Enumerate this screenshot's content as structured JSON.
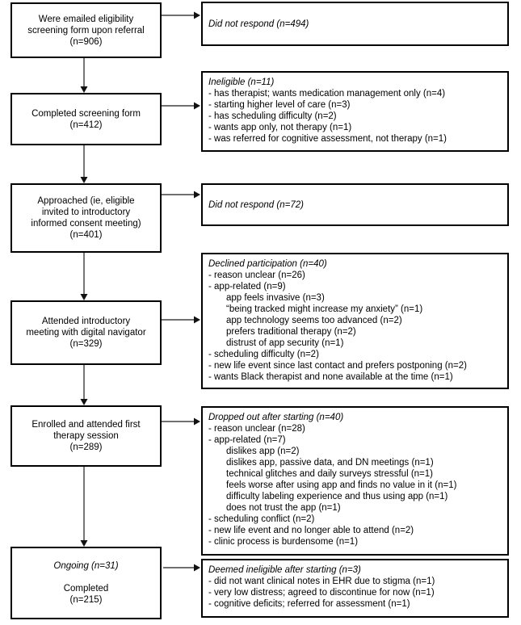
{
  "colors": {
    "background": "#ffffff",
    "box_border": "#000000",
    "text": "#000000",
    "arrow": "#1a1a1a"
  },
  "left_boxes": [
    {
      "text": "Were emailed eligibility\nscreening form upon referral\n(n=906)"
    },
    {
      "text": "Completed screening form\n(n=412)"
    },
    {
      "text": "Approached (ie, eligible\ninvited to introductory\ninformed consent meeting)\n(n=401)"
    },
    {
      "text": "Attended introductory\nmeeting with digital navigator\n(n=329)"
    },
    {
      "text": "Enrolled and attended first\ntherapy session\n(n=289)"
    },
    {
      "italic_text": "Ongoing (n=31)",
      "text": "Completed\n(n=215)"
    }
  ],
  "right_boxes": [
    {
      "title": "Did not respond (n=494)",
      "items": []
    },
    {
      "title": "Ineligible (n=11)",
      "items": [
        {
          "text": "- has therapist; wants medication management only (n=4)",
          "indent": 0
        },
        {
          "text": "- starting higher level of care (n=3)",
          "indent": 0
        },
        {
          "text": "- has scheduling difficulty (n=2)",
          "indent": 0
        },
        {
          "text": "- wants app only, not therapy (n=1)",
          "indent": 0
        },
        {
          "text": "- was referred for cognitive assessment, not therapy (n=1)",
          "indent": 0
        }
      ]
    },
    {
      "title": "Did not respond (n=72)",
      "items": []
    },
    {
      "title": "Declined participation (n=40)",
      "items": [
        {
          "text": "- reason unclear (n=26)",
          "indent": 0
        },
        {
          "text": "- app-related (n=9)",
          "indent": 0
        },
        {
          "text": "app feels invasive (n=3)",
          "indent": 1
        },
        {
          "text": "“being tracked might increase my anxiety” (n=1)",
          "indent": 1
        },
        {
          "text": "app technology seems too advanced (n=2)",
          "indent": 1
        },
        {
          "text": "prefers traditional therapy (n=2)",
          "indent": 1
        },
        {
          "text": "distrust of app security (n=1)",
          "indent": 1
        },
        {
          "text": "- scheduling difficulty (n=2)",
          "indent": 0
        },
        {
          "text": "- new life event since last contact and prefers postponing (n=2)",
          "indent": 0
        },
        {
          "text": "- wants Black therapist and none available at the time (n=1)",
          "indent": 0
        }
      ]
    },
    {
      "title": "Dropped out after starting (n=40)",
      "items": [
        {
          "text": "- reason unclear (n=28)",
          "indent": 0
        },
        {
          "text": "- app-related (n=7)",
          "indent": 0
        },
        {
          "text": "dislikes app (n=2)",
          "indent": 1
        },
        {
          "text": "dislikes app, passive data, and DN meetings (n=1)",
          "indent": 1
        },
        {
          "text": "technical glitches and daily surveys stressful (n=1)",
          "indent": 1
        },
        {
          "text": "feels worse after using app and finds no value in it (n=1)",
          "indent": 1
        },
        {
          "text": "difficulty labeling experience and thus using app (n=1)",
          "indent": 1
        },
        {
          "text": "does not trust the app (n=1)",
          "indent": 1
        },
        {
          "text": "- scheduling conflict (n=2)",
          "indent": 0
        },
        {
          "text": "- new life event and no longer able to attend (n=2)",
          "indent": 0
        },
        {
          "text": "- clinic process is burdensome (n=1)",
          "indent": 0
        }
      ]
    },
    {
      "title": "Deemed ineligible after starting (n=3)",
      "items": [
        {
          "text": "- did not want clinical notes in EHR due to stigma (n=1)",
          "indent": 0
        },
        {
          "text": "- very low distress; agreed to discontinue for now (n=1)",
          "indent": 0
        },
        {
          "text": "- cognitive deficits; referred for assessment (n=1)",
          "indent": 0
        }
      ]
    }
  ]
}
